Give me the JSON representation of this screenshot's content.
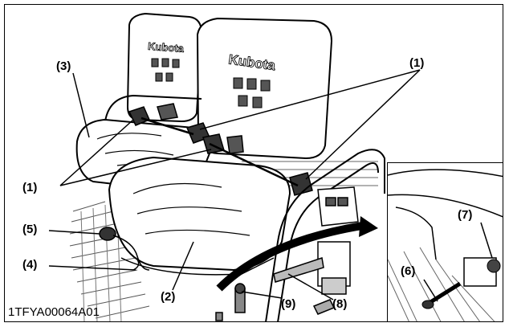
{
  "figure": {
    "id_label": "1TFYA00064A01",
    "callouts": {
      "c1_top": "(1)",
      "c1_left": "(1)",
      "c3": "(3)",
      "c5": "(5)",
      "c4": "(4)",
      "c2": "(2)",
      "c9": "(9)",
      "c8": "(8)",
      "c6": "(6)",
      "c7": "(7)"
    },
    "seat_brand_text": "Kubota",
    "colors": {
      "line": "#000000",
      "ink": "#1a1a1a",
      "shade": "#8a8a8a",
      "light": "#d9d9d9",
      "bg": "#ffffff"
    }
  }
}
